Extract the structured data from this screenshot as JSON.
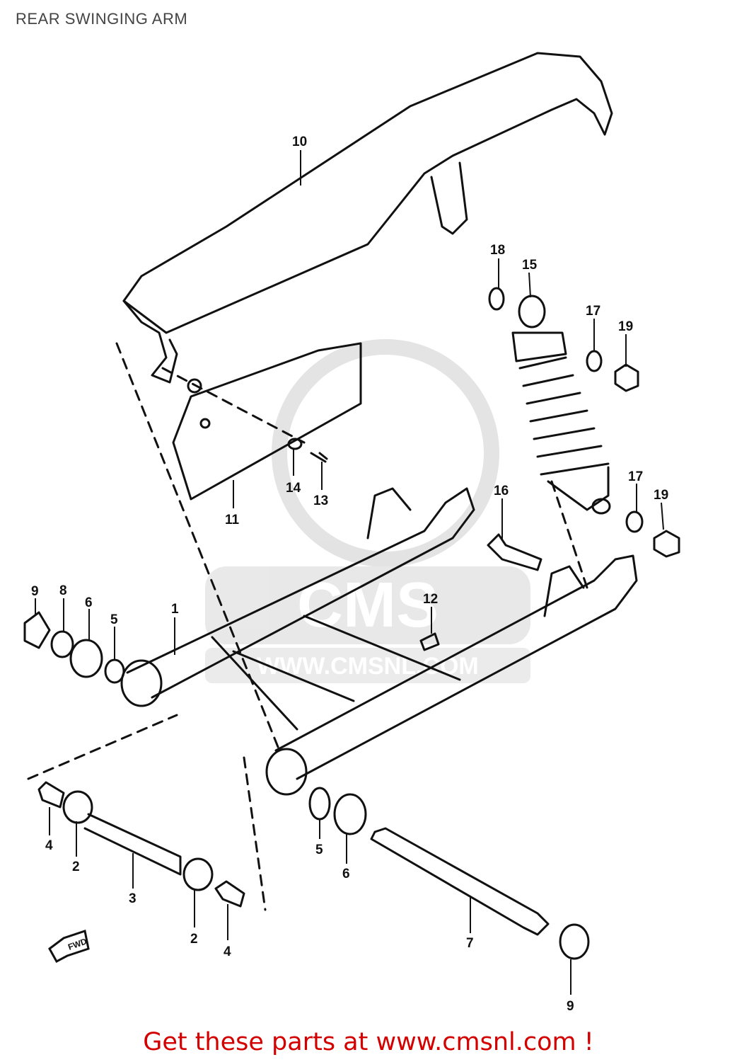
{
  "page": {
    "title": "REAR SWINGING ARM"
  },
  "watermark": {
    "text": "CMS",
    "url": "WWW.CMSNL.COM"
  },
  "fwd_marker": {
    "label": "FWD"
  },
  "footer": {
    "text": "Get these parts at www.cmsnl.com !",
    "color": "#d40000"
  },
  "callouts": [
    {
      "id": "c10",
      "label": "10"
    },
    {
      "id": "c18",
      "label": "18"
    },
    {
      "id": "c15",
      "label": "15"
    },
    {
      "id": "c17a",
      "label": "17"
    },
    {
      "id": "c19a",
      "label": "19"
    },
    {
      "id": "c14",
      "label": "14"
    },
    {
      "id": "c13",
      "label": "13"
    },
    {
      "id": "c11",
      "label": "11"
    },
    {
      "id": "c16",
      "label": "16"
    },
    {
      "id": "c17b",
      "label": "17"
    },
    {
      "id": "c19b",
      "label": "19"
    },
    {
      "id": "c9a",
      "label": "9"
    },
    {
      "id": "c8",
      "label": "8"
    },
    {
      "id": "c6a",
      "label": "6"
    },
    {
      "id": "c5a",
      "label": "5"
    },
    {
      "id": "c1",
      "label": "1"
    },
    {
      "id": "c12",
      "label": "12"
    },
    {
      "id": "c4a",
      "label": "4"
    },
    {
      "id": "c2a",
      "label": "2"
    },
    {
      "id": "c3",
      "label": "3"
    },
    {
      "id": "c2b",
      "label": "2"
    },
    {
      "id": "c4b",
      "label": "4"
    },
    {
      "id": "c5b",
      "label": "5"
    },
    {
      "id": "c6b",
      "label": "6"
    },
    {
      "id": "c7",
      "label": "7"
    },
    {
      "id": "c9b",
      "label": "9"
    }
  ]
}
